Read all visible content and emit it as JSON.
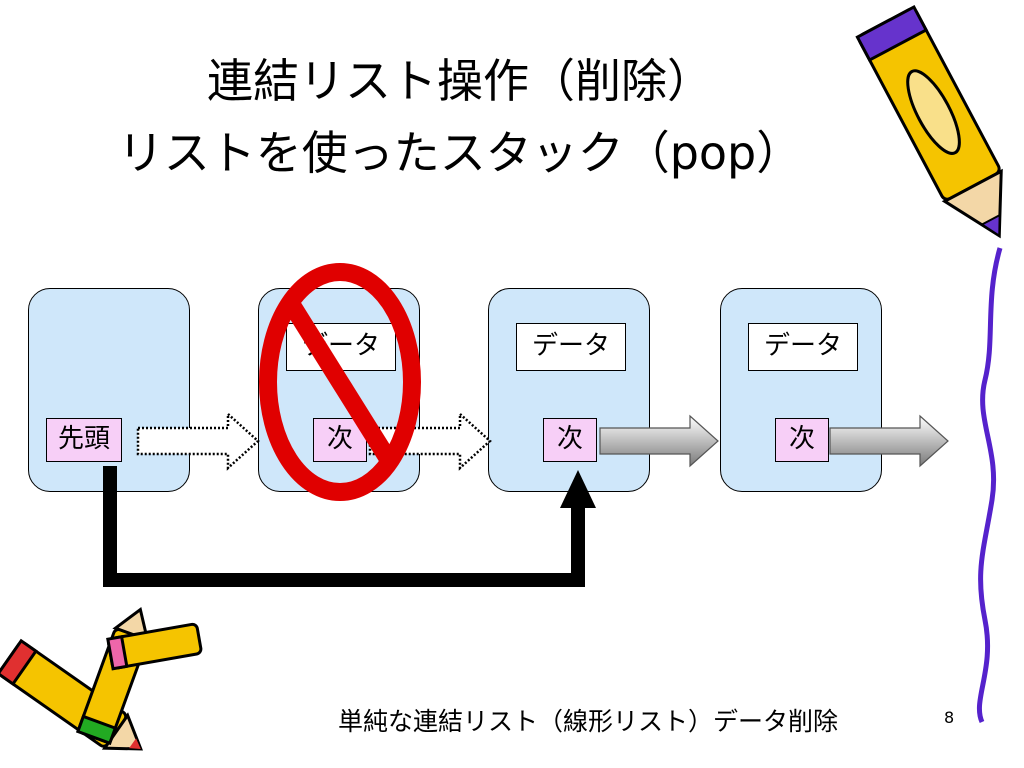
{
  "slide": {
    "title_line1": "連結リスト操作（削除）",
    "title_line2": "リストを使ったスタック（pop）",
    "footer": "単純な連結リスト（線形リスト）データ削除",
    "page_number": "8"
  },
  "diagram": {
    "head_label": "先頭",
    "nodes": [
      {
        "data_label": "データ",
        "next_label": "次",
        "deleted": true
      },
      {
        "data_label": "データ",
        "next_label": "次",
        "deleted": false
      },
      {
        "data_label": "データ",
        "next_label": "次",
        "deleted": false
      }
    ]
  },
  "colors": {
    "node_fill": "#cfe7fa",
    "next_fill": "#f7cff7",
    "prohibit_red": "#e00000",
    "pencil_yellow": "#f5c400",
    "pencil_purple": "#6633cc"
  }
}
